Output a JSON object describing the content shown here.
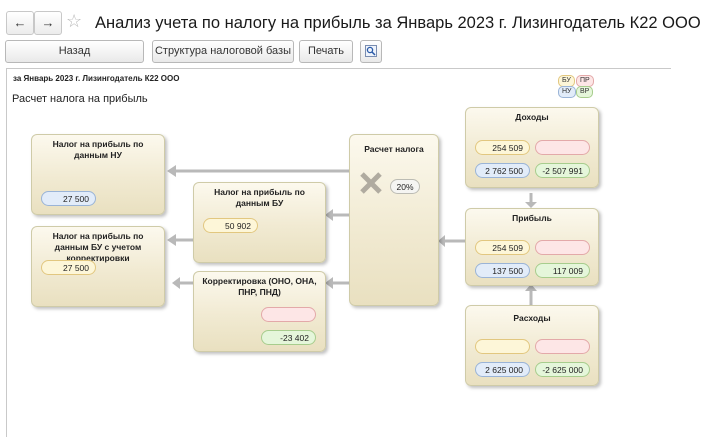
{
  "window": {
    "title": "Анализ учета по налогу на прибыль за Январь 2023 г. Лизингодатель К22 ООО",
    "back_icon": "arrow-left-icon",
    "forward_icon": "arrow-right-icon",
    "favorite_icon": "star-icon"
  },
  "toolbar": {
    "back_label": "Назад",
    "tax_base_label": "Структура налоговой базы",
    "print_label": "Печать",
    "preview_icon": "magnifier-icon"
  },
  "report": {
    "period": "за Январь 2023 г. Лизингодатель К22 ООО",
    "section_title": "Расчет налога на прибыль",
    "legend": {
      "bu": "БУ",
      "pr": "ПР",
      "nu": "НУ",
      "vr": "ВР"
    }
  },
  "colors": {
    "card_bg": "#f1ead2",
    "yellow": "#fdf6d8",
    "pink": "#fde6e6",
    "blue": "#e2ecf9",
    "green": "#e5f6da",
    "arrow": "#b9b9b9"
  },
  "cards": {
    "income": {
      "title": "Доходы",
      "bu": "254 509",
      "pr": "",
      "nu": "2 762 500",
      "vr": "-2 507 991"
    },
    "profit": {
      "title": "Прибыль",
      "bu": "254 509",
      "pr": "",
      "nu": "137 500",
      "vr": "117 009"
    },
    "expenses": {
      "title": "Расходы",
      "bu": "",
      "pr": "",
      "nu": "2 625 000",
      "vr": "-2 625 000"
    },
    "tax_calc": {
      "title": "Расчет налога",
      "rate": "20%",
      "icon": "cross-icon"
    },
    "tax_nu": {
      "title": "Налог на прибыль по данным НУ",
      "value": "27 500"
    },
    "tax_bu": {
      "title": "Налог на прибыль по данным БУ",
      "value": "50 902"
    },
    "correction": {
      "title": "Корректировка (ОНО, ОНА, ПНР, ПНД)",
      "pink": "",
      "green": "-23 402"
    },
    "tax_bu_adjusted": {
      "title": "Налог на прибыль по данным БУ с учетом корректировки",
      "value": "27 500"
    }
  }
}
